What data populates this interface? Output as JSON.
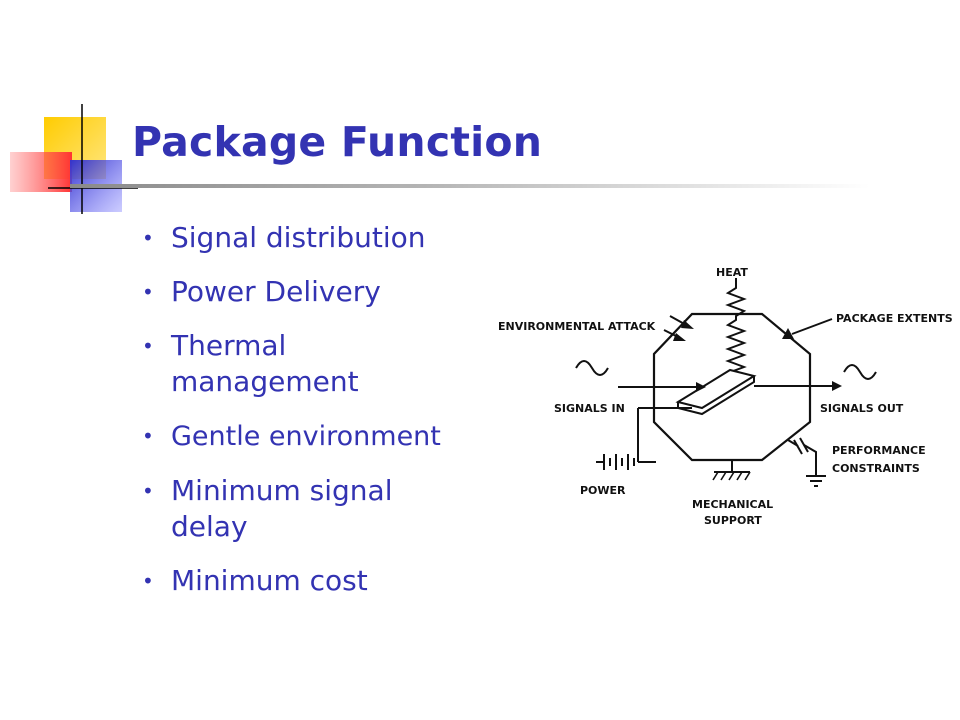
{
  "slide": {
    "title": "Package Function",
    "bullets": [
      {
        "text": "Signal distribution"
      },
      {
        "text": "Power Delivery"
      },
      {
        "text": "Thermal management"
      },
      {
        "text": "Gentle environment"
      },
      {
        "text": "Minimum signal delay"
      },
      {
        "text": "Minimum cost"
      }
    ],
    "bullet_glyph": "•",
    "colors": {
      "title": "#3333b2",
      "bullet_text": "#3333b2",
      "accent_yellow": "#ffcc00",
      "accent_blue": "#3333cc",
      "accent_red": "#ff3333"
    }
  },
  "diagram": {
    "labels": {
      "heat": "HEAT",
      "environmental_attack": "ENVIRONMENTAL ATTACK",
      "package_extents": "PACKAGE EXTENTS",
      "signals_in": "SIGNALS IN",
      "signals_out": "SIGNALS OUT",
      "performance": "PERFORMANCE",
      "constraints": "CONSTRAINTS",
      "power": "POWER",
      "mechanical": "MECHANICAL",
      "support": "SUPPORT"
    }
  }
}
